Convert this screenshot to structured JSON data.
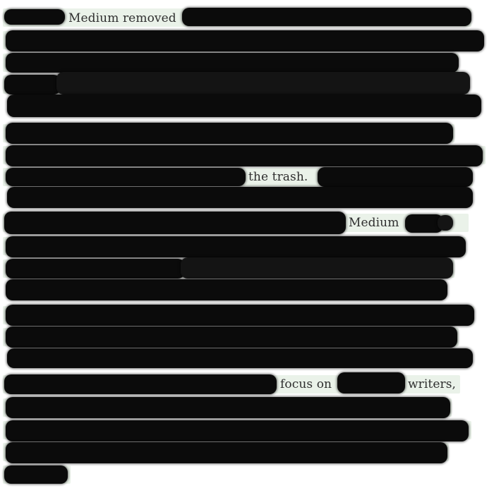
{
  "document": {
    "visible_words": [
      "Medium removed",
      "the trash.",
      "Medium",
      "focus on",
      "writers,"
    ]
  }
}
